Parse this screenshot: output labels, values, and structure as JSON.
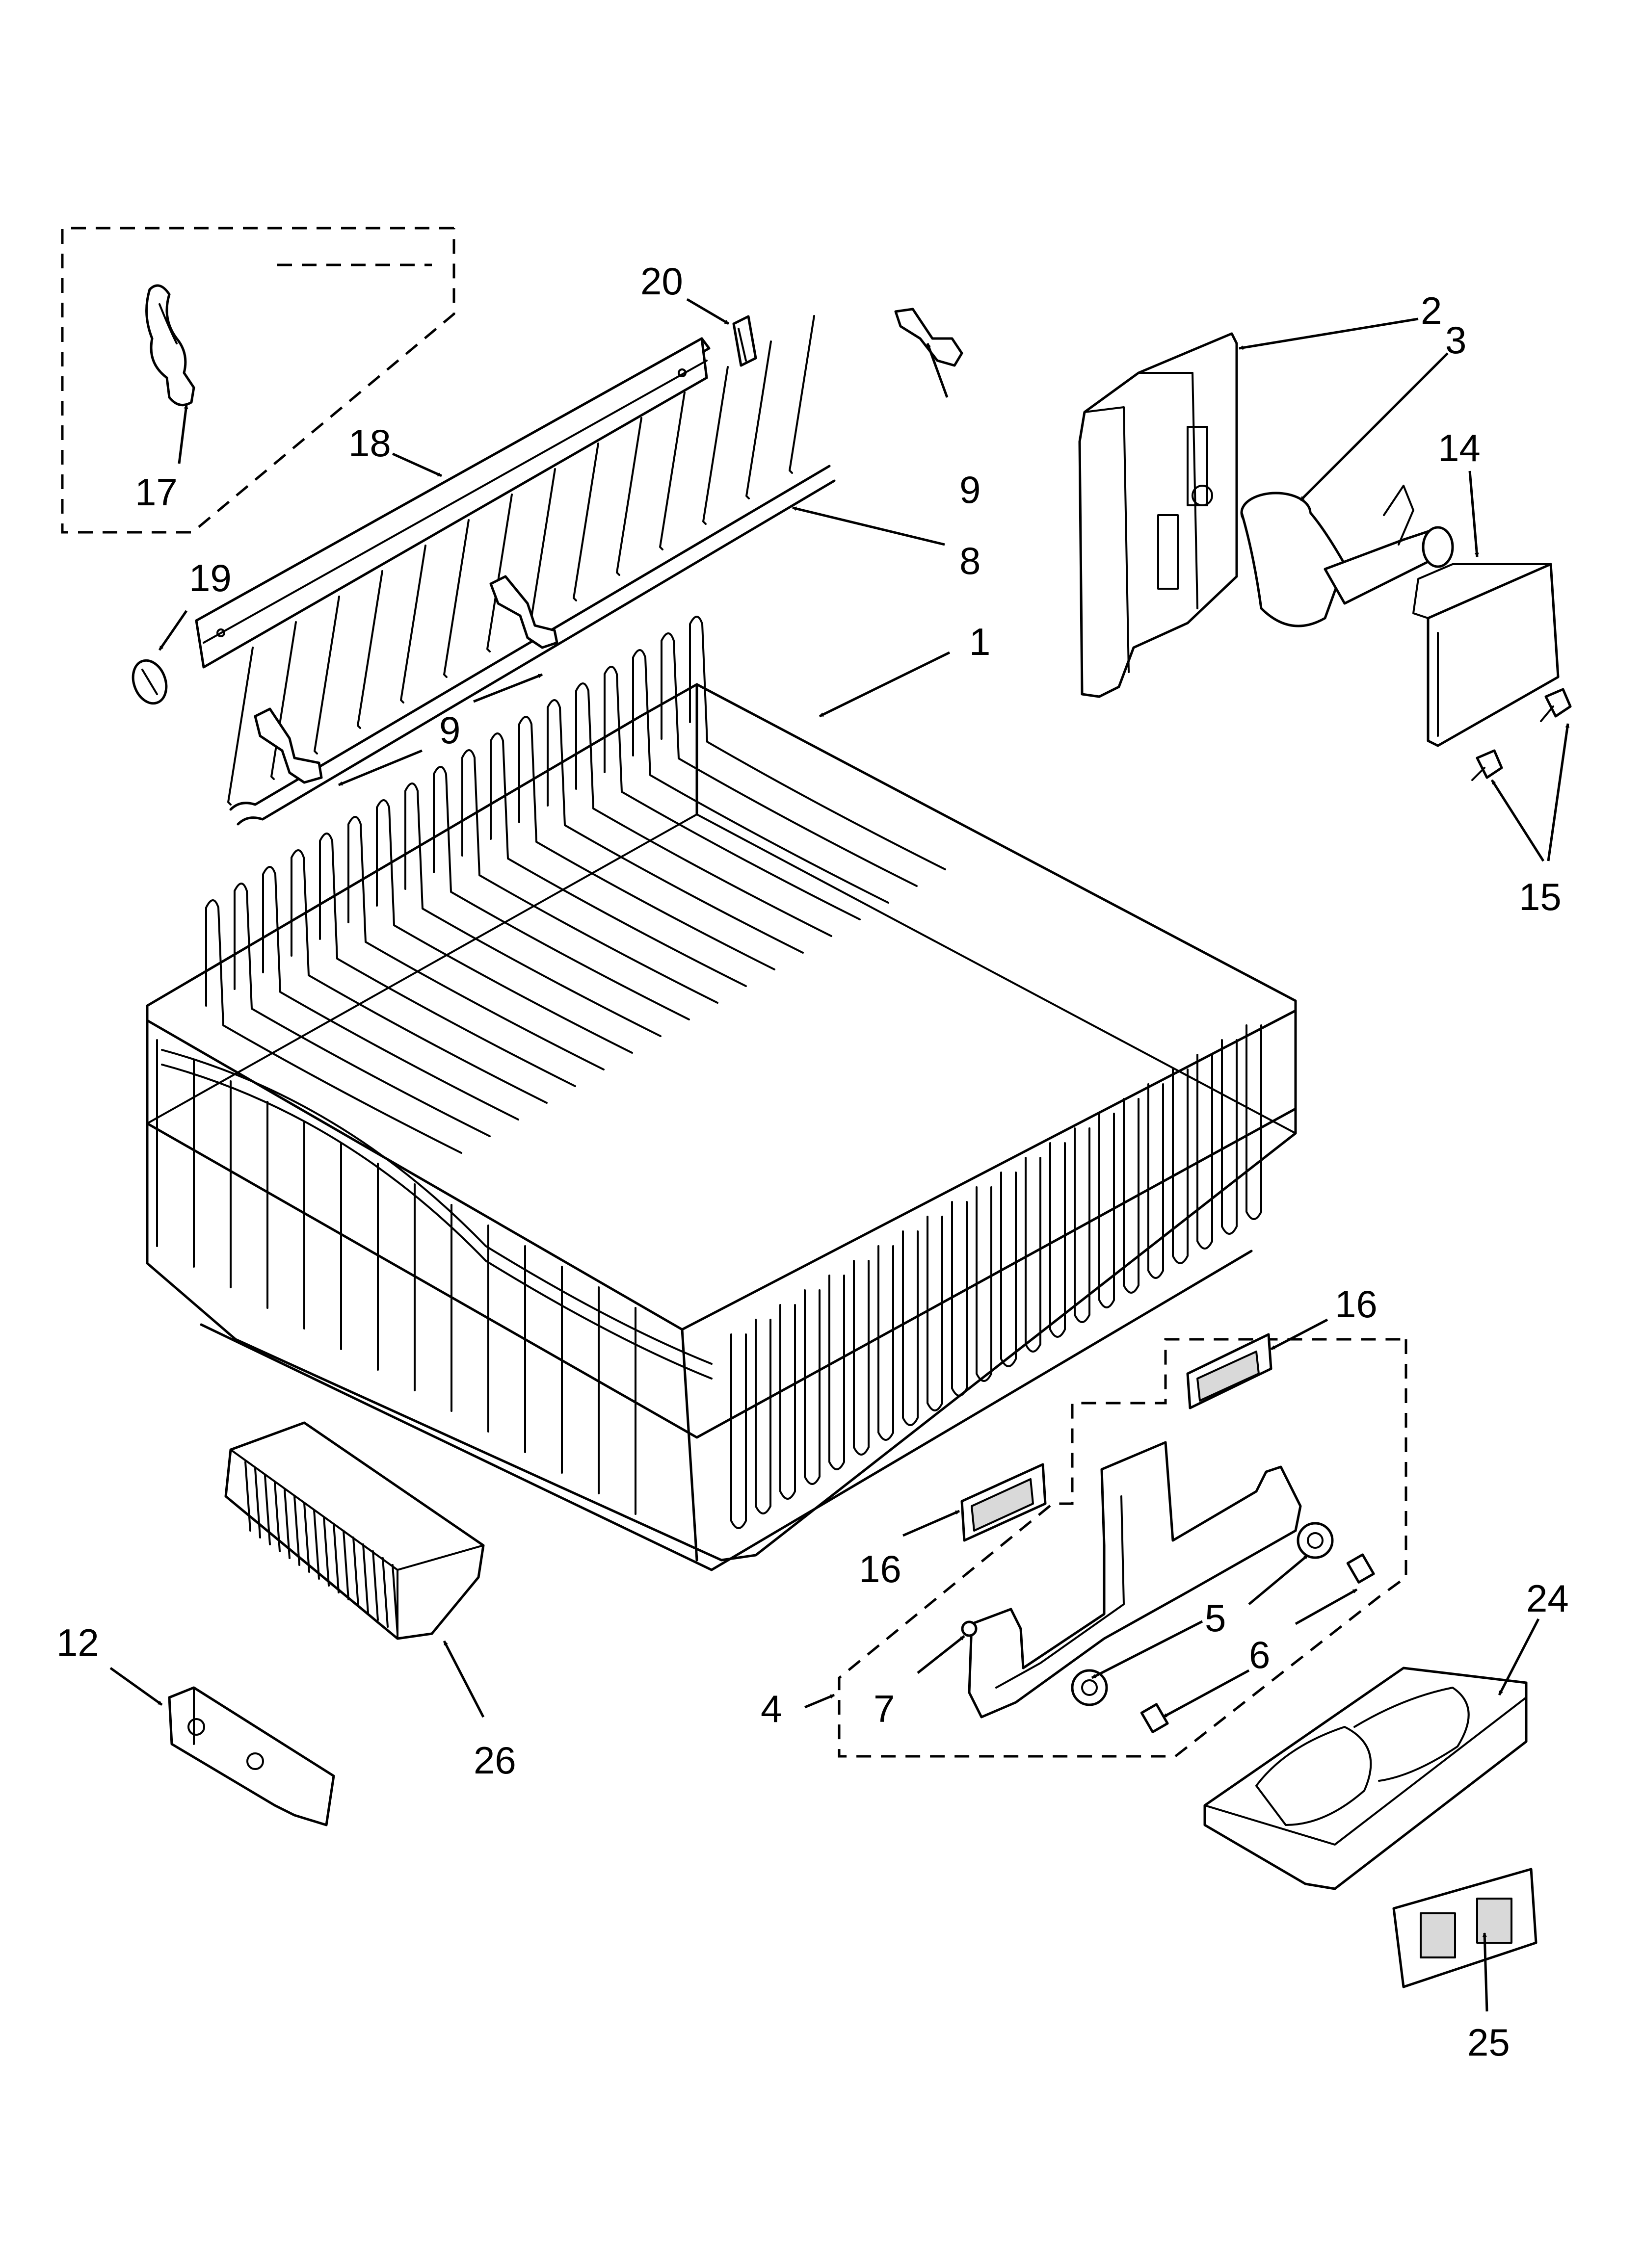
{
  "diagram": {
    "callouts": [
      {
        "id": "c-1",
        "text": "1"
      },
      {
        "id": "c-2",
        "text": "2"
      },
      {
        "id": "c-3",
        "text": "3"
      },
      {
        "id": "c-4",
        "text": "4"
      },
      {
        "id": "c-5",
        "text": "5"
      },
      {
        "id": "c-6",
        "text": "6"
      },
      {
        "id": "c-7",
        "text": "7"
      },
      {
        "id": "c-8",
        "text": "8"
      },
      {
        "id": "c-9a",
        "text": "9"
      },
      {
        "id": "c-9b",
        "text": "9"
      },
      {
        "id": "c-12",
        "text": "12"
      },
      {
        "id": "c-14",
        "text": "14"
      },
      {
        "id": "c-15",
        "text": "15"
      },
      {
        "id": "c-16a",
        "text": "16"
      },
      {
        "id": "c-16b",
        "text": "16"
      },
      {
        "id": "c-17",
        "text": "17"
      },
      {
        "id": "c-18",
        "text": "18"
      },
      {
        "id": "c-19",
        "text": "19"
      },
      {
        "id": "c-20",
        "text": "20"
      },
      {
        "id": "c-24",
        "text": "24"
      },
      {
        "id": "c-25",
        "text": "25"
      },
      {
        "id": "c-26",
        "text": "26"
      }
    ]
  }
}
